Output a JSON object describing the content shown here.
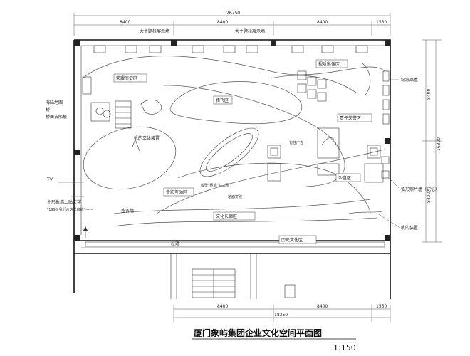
{
  "dimensions": {
    "top_total": "26750",
    "top_seg1": "8400",
    "top_seg2": "8400",
    "top_seg3": "8400",
    "top_seg4": "1550",
    "right_total": "16800",
    "right_seg1": "8400",
    "right_seg2": "8400",
    "bottom_seg1": "8400",
    "bottom_seg2": "8400",
    "bottom_seg3": "1550",
    "bottom_total": "18350"
  },
  "labels": {
    "top_wall_1": "大主题栏展示墙",
    "top_wall_2": "大主题栏展示墙",
    "glory_history": "荣耀历史区",
    "av_zone": "视听影像区",
    "tengfei": "腾飞区",
    "souvenir": "纪念品盒",
    "sea_map": "海陆地图",
    "bridge": "桥",
    "ship_board": "桥面古船板",
    "sail_device_3d": "帆的立体装置",
    "pillar_ad": "包柱广告",
    "mission_honor": "责任荣誉区",
    "sand_table": "沙盘区",
    "tv": "TV",
    "wall_text": "主形象墙上贴文字",
    "wall_quote": "\"1995,我们从这里启航\"------",
    "photo_interact": "合影互动区",
    "sailboat_model": "模型“帆船”共二层",
    "floor_pattern": "地面拼纹",
    "arc_photo_wall": "弧形照片墙（记忆）",
    "signing_area": "签名墙",
    "culture_corridor": "文化长廊区",
    "sail_device": "帆的装置",
    "corridor": "过道",
    "history_culture": "历史文化区",
    "title": "厦门象屿集团企业文化空间平面图",
    "scale": "1:150"
  }
}
